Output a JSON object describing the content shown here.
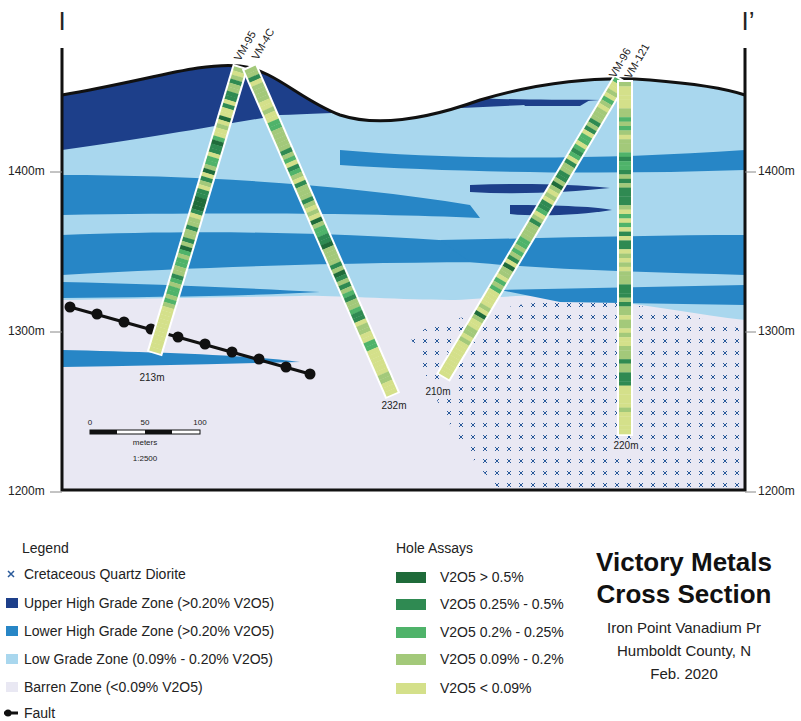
{
  "diagram": {
    "title": "Victory Metals Cross Section",
    "labels": [
      "I",
      "I’",
      "VM-95",
      "VM-4C",
      "VM-96",
      "VM-121",
      "1400m",
      "1400m",
      "1300m",
      "1300m",
      "1200m",
      "1200m",
      "213m",
      "232m",
      "210m",
      "220m",
      "0",
      "50",
      "100",
      "meters",
      "1:2500",
      "Legend",
      "Hole Assays",
      "Iron Point Vanadium Pr",
      "Humboldt County, N",
      "Feb. 2020"
    ],
    "legend": [
      {
        "text": "Cretaceous Quartz Diorite"
      },
      {
        "text": "Upper High Grade Zone (>0.20% V2O5)",
        "color": "#1d3f8a"
      },
      {
        "text": "Lower High Grade Zone (>0.20% V2O5)",
        "color": "#2786c6"
      },
      {
        "text": "Low Grade Zone (0.09% - 0.20% V2O5)",
        "color": "#a9d7ee"
      },
      {
        "text": "Barren Zone (<0.09% V2O5)",
        "color": "#e9e8f3"
      },
      {
        "text": "Fault"
      },
      {
        "text": "V2O5 > 0.5%",
        "color": "#1f6b3a"
      },
      {
        "text": "V2O5 0.25% - 0.5%",
        "color": "#2f8a52"
      },
      {
        "text": "V2O5 0.2% - 0.25%",
        "color": "#4fb36a"
      },
      {
        "text": "V2O5 0.09% - 0.2%",
        "color": "#a3c97a"
      },
      {
        "text": "V2O5 < 0.09%",
        "color": "#d4e08a"
      }
    ]
  }
}
